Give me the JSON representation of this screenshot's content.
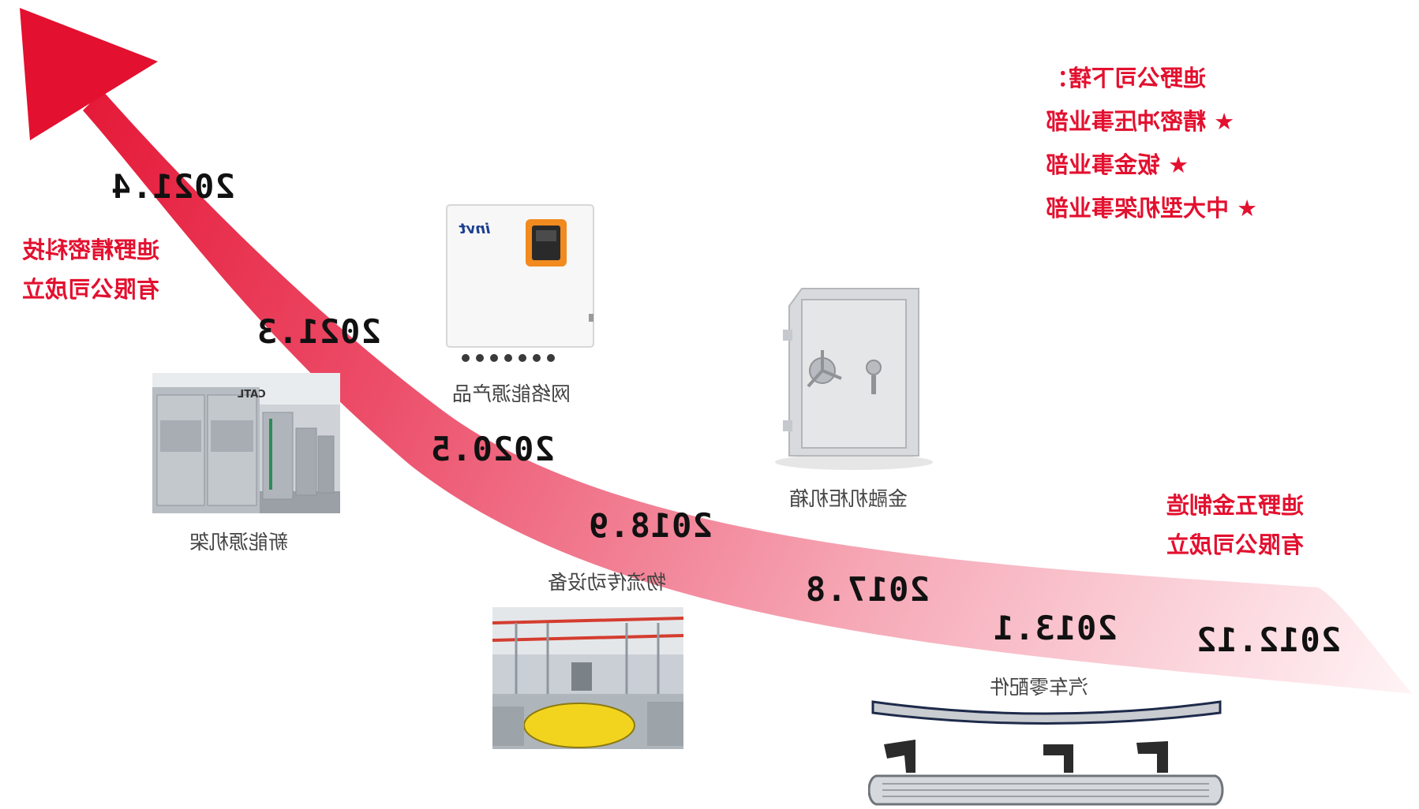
{
  "colors": {
    "accent": "#e3102f",
    "arrow_start": "#fbe4e8",
    "arrow_end": "#e3102f"
  },
  "legend": {
    "title": "迪野公司下辖：",
    "items": [
      {
        "icon": "star-icon",
        "label": "★ 精密冲压事业部"
      },
      {
        "icon": "star-icon",
        "label": "★ 钣金事业部"
      },
      {
        "icon": "star-icon",
        "label": "★ 中大型机架事业部"
      }
    ]
  },
  "milestones": {
    "m2021_4": [
      "迪野精密科技",
      "有限公司成立"
    ],
    "m2012_12": [
      "迪野五金制造",
      "有限公司成立"
    ]
  },
  "timeline": [
    {
      "year": "2021.4"
    },
    {
      "year": "2021.3"
    },
    {
      "year": "2020.5"
    },
    {
      "year": "2018.9"
    },
    {
      "year": "2017.8"
    },
    {
      "year": "2013.1"
    },
    {
      "year": "2012.12"
    }
  ],
  "products": {
    "new_energy_rack": "新能源机架",
    "network_energy": "网络能源产品",
    "financial_cabinet": "金融机柜机箱",
    "logistics": "物流传动设备",
    "auto_parts": "汽车零配件"
  },
  "inverter": {
    "brand": "invt"
  },
  "rack": {
    "brand": "CATL"
  }
}
